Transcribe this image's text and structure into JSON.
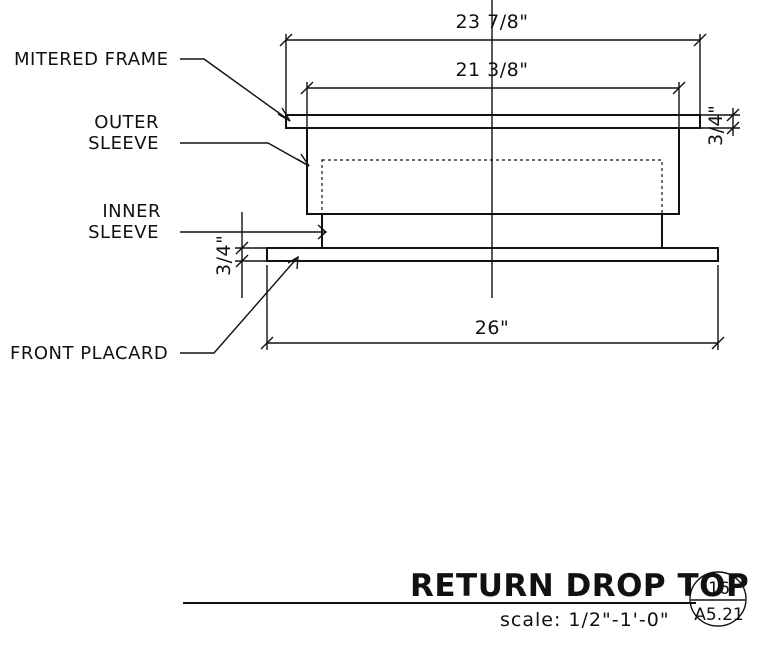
{
  "labels": {
    "mitered_frame": "MITERED FRAME",
    "outer_sleeve_line1": "OUTER",
    "outer_sleeve_line2": "SLEEVE",
    "inner_sleeve_line1": "INNER",
    "inner_sleeve_line2": "SLEEVE",
    "front_placard": "FRONT PLACARD"
  },
  "dimensions": {
    "frame_width": "23 7/8\"",
    "sleeve_width": "21 3/8\"",
    "placard_width": "26\"",
    "frame_thickness": "3/4\"",
    "placard_thickness": "3/4\""
  },
  "title_block": {
    "title": "RETURN DROP TOP",
    "scale": "scale: 1/2\"-1'-0\"",
    "detail_number": "16",
    "sheet_number": "A5.21"
  },
  "colors": {
    "ink": "#111111",
    "paper": "#ffffff"
  }
}
